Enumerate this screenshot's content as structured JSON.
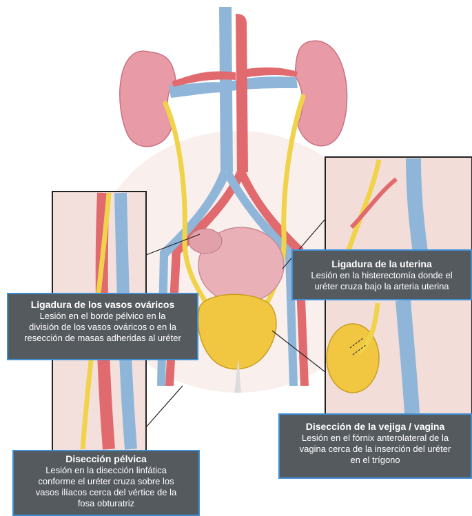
{
  "callouts": [
    {
      "title": "Ligadura de los vasos ováricos",
      "lines": [
        "Lesión en el borde pélvico en la",
        "división de los vasos ováricos o en la",
        "resección de masas adheridas al uréter"
      ]
    },
    {
      "title": "Ligadura de la uterina",
      "lines": [
        "Lesión en la histerectomía donde el",
        "uréter cruza bajo la arteria uterina"
      ]
    },
    {
      "title": "Disección de la vejiga / vagina",
      "lines": [
        "Lesión en el fórnix anterolateral de la",
        "vagina cerca de la inserción del uréter",
        "en el trígono"
      ]
    },
    {
      "title": "Disección pélvica",
      "lines": [
        "Lesión en la disección linfática",
        "conforme el uréter cruza sobre los",
        "vasos ilíacos cerca del vértice de la",
        "fosa obturatriz"
      ]
    }
  ],
  "colors": {
    "callout_bg": "#555a5f",
    "callout_border": "#3f8fd6",
    "kidney": "#e89aa6",
    "artery": "#e06a6e",
    "vein": "#8fb6d9",
    "ureter": "#f0d34a",
    "bladder": "#f1c640"
  }
}
